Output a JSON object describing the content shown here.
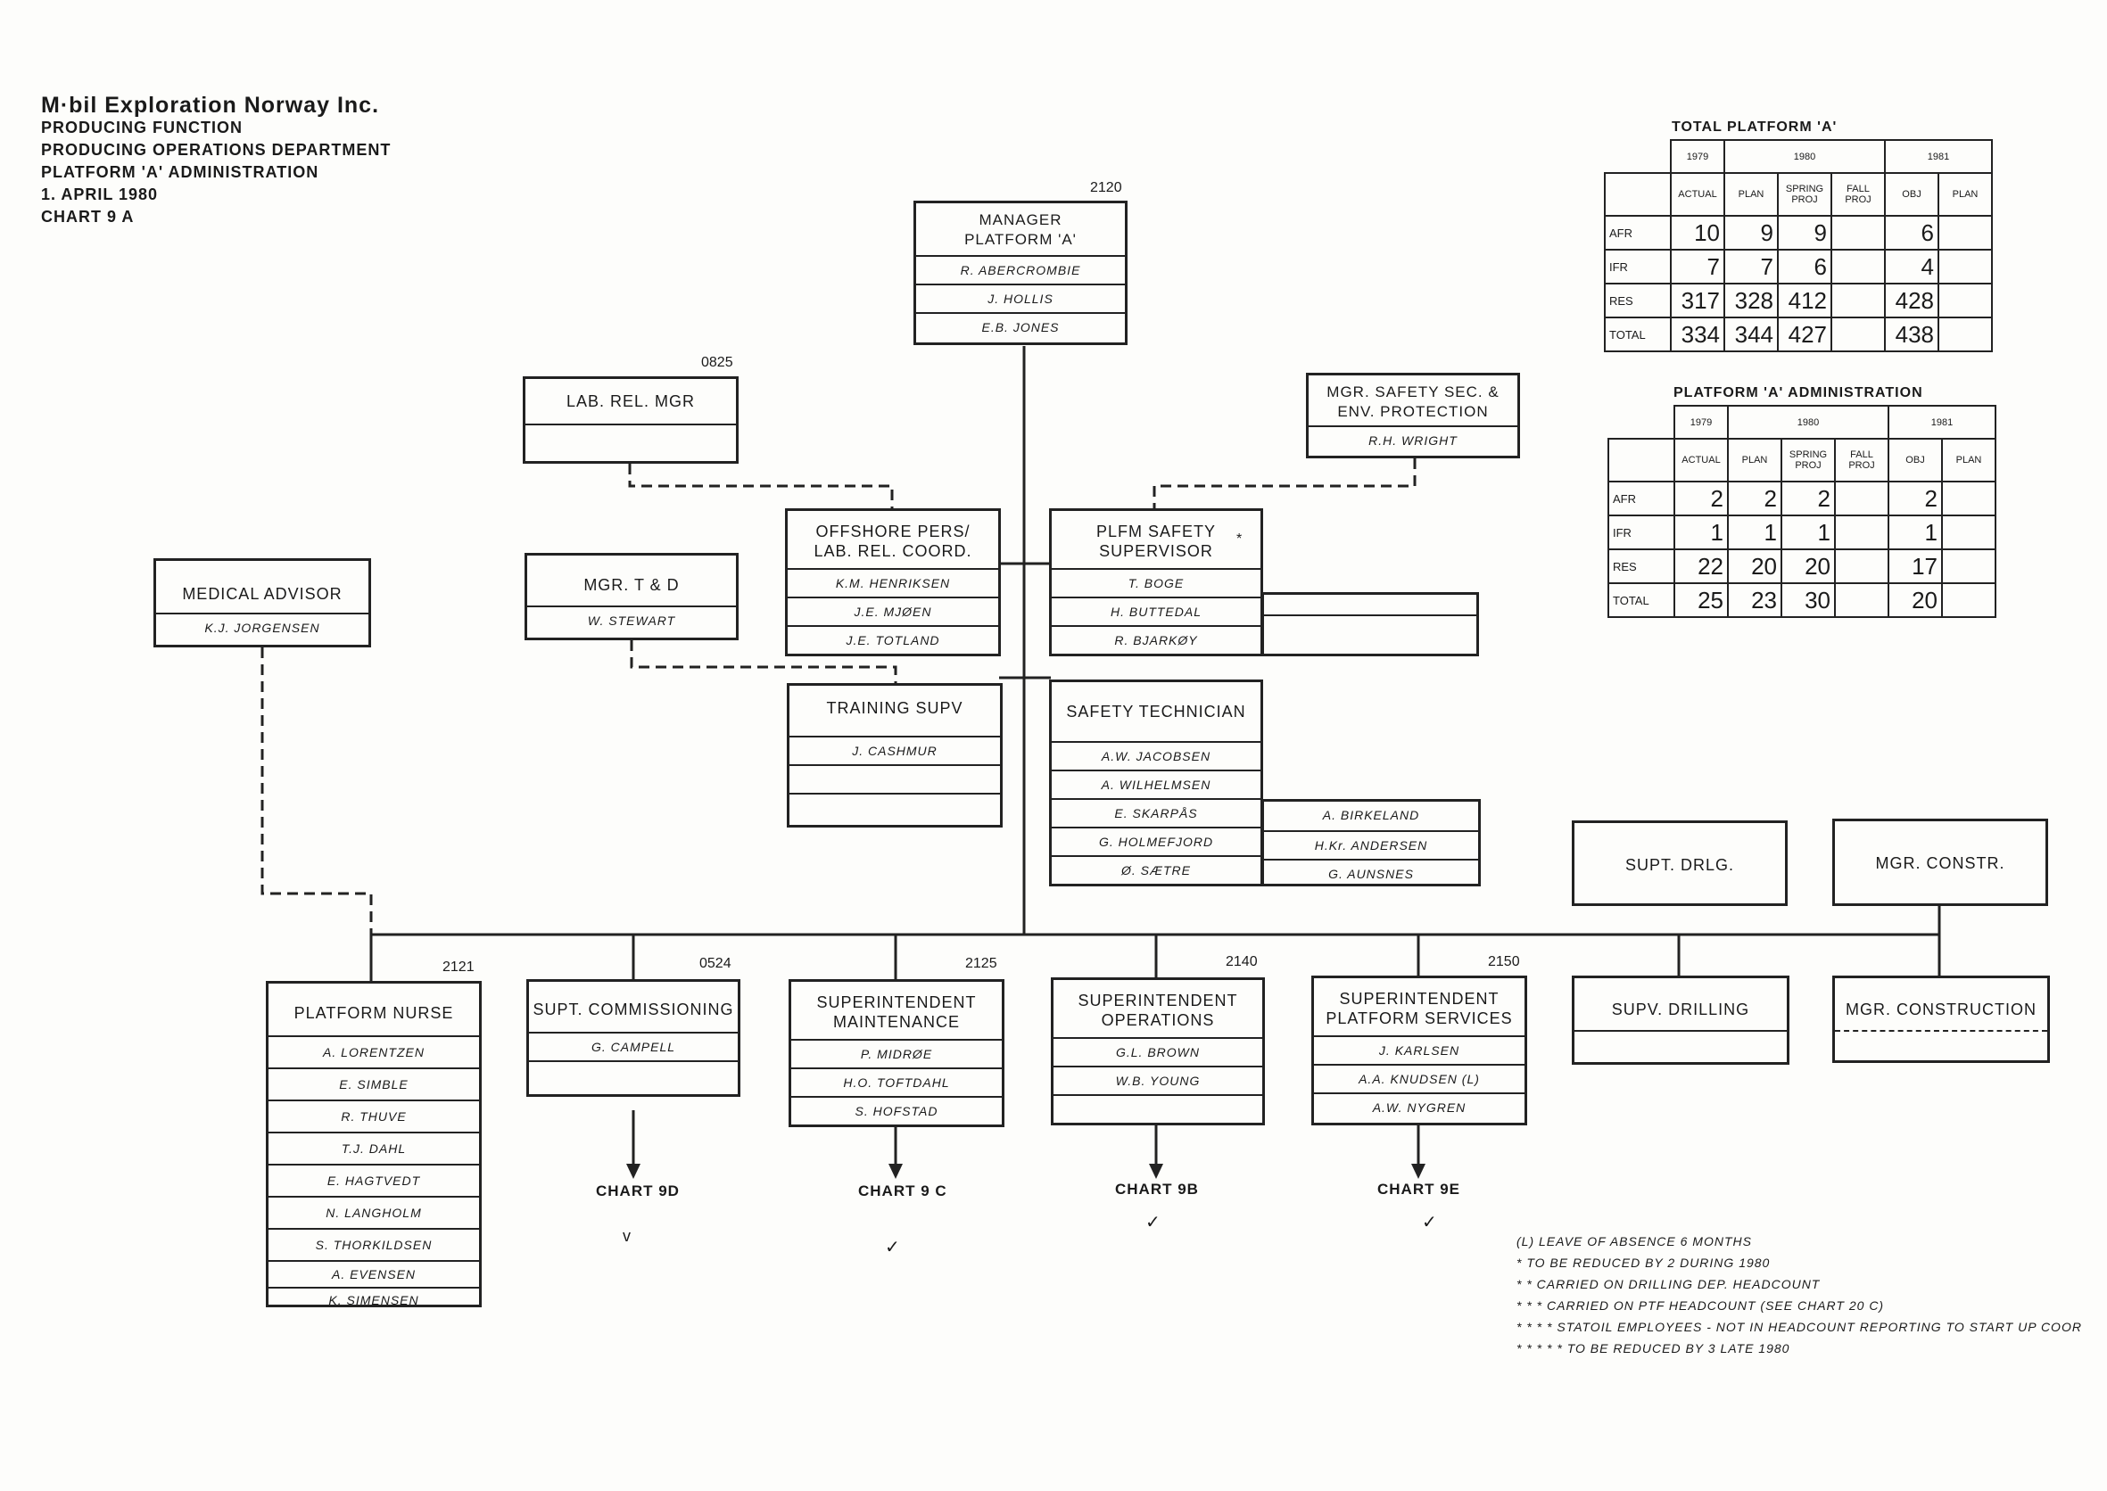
{
  "header": {
    "company": "M·bil Exploration Norway Inc.",
    "lines": [
      "PRODUCING FUNCTION",
      "PRODUCING OPERATIONS DEPARTMENT",
      "PLATFORM 'A' ADMINISTRATION",
      "1. APRIL 1980",
      "CHART 9 A"
    ]
  },
  "boxes": {
    "manager": {
      "num": "2120",
      "title1": "MANAGER",
      "title2": "PLATFORM 'A'",
      "names": [
        "R. ABERCROMBIE",
        "J. HOLLIS",
        "E.B. JONES"
      ]
    },
    "labrel": {
      "num": "0825",
      "title": "LAB. REL. MGR"
    },
    "mgrsafety": {
      "title1": "MGR. SAFETY SEC. &",
      "title2": "ENV. PROTECTION",
      "names": [
        "R.H. WRIGHT"
      ]
    },
    "offshore": {
      "title1": "OFFSHORE PERS/",
      "title2": "LAB. REL. COORD.",
      "names": [
        "K.M. HENRIKSEN",
        "J.E. MJØEN",
        "J.E. TOTLAND"
      ]
    },
    "safetysup": {
      "title1": "PLFM SAFETY",
      "title2": "SUPERVISOR",
      "names": [
        "T. BOGE",
        "H. BUTTEDAL",
        "R. BJARKØY"
      ]
    },
    "medical": {
      "title": "MEDICAL ADVISOR",
      "names": [
        "K.J. JORGENSEN"
      ]
    },
    "mgrtd": {
      "title": "MGR. T & D",
      "names": [
        "W. STEWART"
      ]
    },
    "training": {
      "title": "TRAINING SUPV",
      "names": [
        "J. CASHMUR"
      ]
    },
    "safetytech": {
      "title": "SAFETY TECHNICIAN",
      "names": [
        "A.W. JACOBSEN",
        "A. WILHELMSEN",
        "E. SKARPÅS",
        "G. HOLMEFJORD",
        "Ø. SÆTRE"
      ],
      "names2": [
        "A. BIRKELAND",
        "H.Kr. ANDERSEN",
        "G. AUNSNES"
      ]
    },
    "suptdrlg": {
      "title": "SUPT. DRLG."
    },
    "mgrconstr": {
      "title": "MGR. CONSTR."
    },
    "nurse": {
      "num": "2121",
      "title": "PLATFORM NURSE",
      "names": [
        "A. LORENTZEN",
        "E. SIMBLE",
        "R. THUVE",
        "T.J. DAHL",
        "E. HAGTVEDT",
        "N. LANGHOLM",
        "S. THORKILDSEN",
        "A. EVENSEN",
        "K. SIMENSEN"
      ]
    },
    "commissioning": {
      "num": "0524",
      "title": "SUPT. COMMISSIONING",
      "names": [
        "G. CAMPELL"
      ],
      "chart": "CHART 9D"
    },
    "maintenance": {
      "num": "2125",
      "title1": "SUPERINTENDENT",
      "title2": "MAINTENANCE",
      "names": [
        "P. MIDRØE",
        "H.O. TOFTDAHL",
        "S. HOFSTAD"
      ],
      "chart": "CHART 9 C"
    },
    "operations": {
      "num": "2140",
      "title1": "SUPERINTENDENT",
      "title2": "OPERATIONS",
      "names": [
        "G.L. BROWN",
        "W.B. YOUNG"
      ],
      "chart": "CHART 9B"
    },
    "services": {
      "num": "2150",
      "title1": "SUPERINTENDENT",
      "title2": "PLATFORM SERVICES",
      "names": [
        "J. KARLSEN",
        "A.A. KNUDSEN (L)",
        "A.W. NYGREN"
      ],
      "chart": "CHART 9E"
    },
    "supvdrilling": {
      "stars": "* *",
      "title": "SUPV. DRILLING"
    },
    "mgrconstruction": {
      "stars": "* * *",
      "title": "MGR. CONSTRUCTION"
    }
  },
  "tables": [
    {
      "title": "TOTAL PLATFORM 'A'",
      "years": [
        "1979",
        "1980",
        "1981"
      ],
      "cols": [
        "ACTUAL",
        "PLAN",
        "SPRING PROJ",
        "FALL PROJ",
        "OBJ",
        "PLAN"
      ],
      "rows": [
        {
          "label": "AFR",
          "vals": [
            "10",
            "9",
            "9",
            "",
            "6",
            ""
          ]
        },
        {
          "label": "IFR",
          "vals": [
            "7",
            "7",
            "6",
            "",
            "4",
            ""
          ]
        },
        {
          "label": "RES",
          "vals": [
            "317",
            "328",
            "412",
            "",
            "428",
            ""
          ]
        },
        {
          "label": "TOTAL",
          "vals": [
            "334",
            "344",
            "427",
            "",
            "438",
            ""
          ]
        }
      ]
    },
    {
      "title": "PLATFORM 'A' ADMINISTRATION",
      "years": [
        "1979",
        "1980",
        "1981"
      ],
      "cols": [
        "ACTUAL",
        "PLAN",
        "SPRING PROJ",
        "FALL PROJ",
        "OBJ",
        "PLAN"
      ],
      "rows": [
        {
          "label": "AFR",
          "vals": [
            "2",
            "2",
            "2",
            "",
            "2",
            ""
          ]
        },
        {
          "label": "IFR",
          "vals": [
            "1",
            "1",
            "1",
            "",
            "1",
            ""
          ]
        },
        {
          "label": "RES",
          "vals": [
            "22",
            "20",
            "20",
            "",
            "17",
            ""
          ]
        },
        {
          "label": "TOTAL",
          "vals": [
            "25",
            "23",
            "30",
            "",
            "20",
            ""
          ]
        }
      ]
    }
  ],
  "notes": [
    "(L) LEAVE OF ABSENCE 6 MONTHS",
    "* TO BE REDUCED BY 2 DURING 1980",
    "* * CARRIED ON DRILLING DEP. HEADCOUNT",
    "* * * CARRIED ON PTF HEADCOUNT (SEE CHART 20 C)",
    "* * * * STATOIL EMPLOYEES - NOT IN HEADCOUNT REPORTING TO START UP COOR",
    "* * * * * TO BE REDUCED BY 3 LATE 1980"
  ],
  "marks": {
    "star": "*",
    "check": "✓",
    "v": "v"
  }
}
